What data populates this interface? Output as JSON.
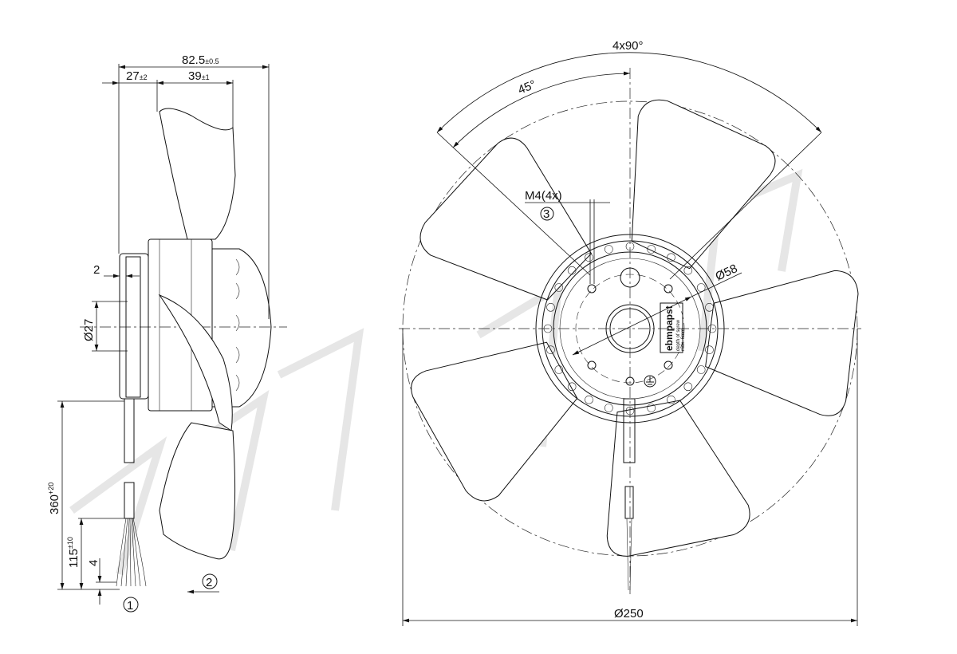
{
  "drawing": {
    "side_view": {
      "overall_length": "82.5",
      "overall_tol": "±0.5",
      "flange_depth": "27",
      "flange_tol": "±2",
      "rotor_depth": "39",
      "rotor_tol": "±1",
      "offset": "2",
      "shaft_dia": "Ø27",
      "cable_length": "360",
      "cable_tol": "+20",
      "strip_length": "115",
      "strip_tol": "±10",
      "wire_end": "4",
      "callout_1": "1",
      "callout_2": "2"
    },
    "front_view": {
      "angle_pattern": "4x90°",
      "angle_offset": "45°",
      "thread": "M4(4x)",
      "callout_3": "3",
      "hub_dia": "Ø58",
      "fan_dia": "Ø250",
      "brand": "ebmpapst",
      "label_line1": "depth of screw",
      "label_line2": "max. 6mm"
    },
    "colors": {
      "line": "#111111",
      "background": "#ffffff"
    }
  }
}
